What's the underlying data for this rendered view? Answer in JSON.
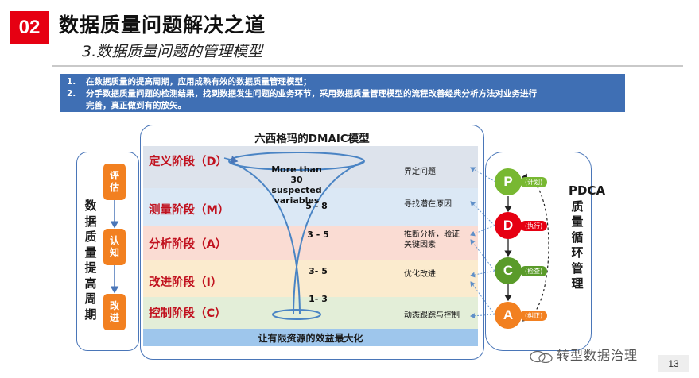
{
  "header": {
    "badge": "02",
    "title": "数据质量问题解决之道",
    "subtitle": "3.数据质量问题的管理模型"
  },
  "intro": [
    {
      "num": "1.",
      "text": "在数据质量的提高周期，应用成熟有效的数据质量管理模型；"
    },
    {
      "num": "2.",
      "text": "分手数据质量问题的检测结果，找到数据发生问题的业务环节，采用数据质量管理模型的流程改善经典分析方法对业务进行"
    },
    {
      "num": "",
      "text": "完善，真正做到有的放矢。"
    }
  ],
  "cycle": {
    "label": "数据质量提高周期",
    "steps": [
      {
        "line1": "评",
        "line2": "估"
      },
      {
        "line1": "认",
        "line2": "知"
      },
      {
        "line1": "改",
        "line2": "进"
      }
    ]
  },
  "dmaic": {
    "title": "六西格玛的DMAIC模型",
    "funnel_top_text": [
      "More than 30",
      "suspected",
      "variables"
    ],
    "phases": [
      {
        "name": "定义阶段（D）",
        "count": "",
        "task": "界定问题",
        "band_color": "#dde3ec"
      },
      {
        "name": "测量阶段（M）",
        "count": "5 - 8",
        "task": "寻找潜在原因",
        "band_color": "#dbe8f5"
      },
      {
        "name": "分析阶段（A）",
        "count": "3 - 5",
        "task": "推断分析，验证关键因素",
        "task_lines": [
          "推断分析，验证",
          "关键因素"
        ],
        "band_color": "#fadcd3"
      },
      {
        "name": "改进阶段（I）",
        "count": "3- 5",
        "task": "优化改进",
        "band_color": "#fbebce"
      },
      {
        "name": "控制阶段（C）",
        "count": "1- 3",
        "task": "动态跟踪与控制",
        "band_color": "#e3eed8"
      }
    ],
    "bottom_bar": "让有限资源的效益最大化"
  },
  "pdca": {
    "label": "PDCA质量循环管理",
    "steps": [
      {
        "letter": "P",
        "tag": "(计划)",
        "color": "#78b832"
      },
      {
        "letter": "D",
        "tag": "(执行)",
        "color": "#e60012"
      },
      {
        "letter": "C",
        "tag": "(检查)",
        "color": "#5a9b2a"
      },
      {
        "letter": "A",
        "tag": "(纠正)",
        "color": "#f28020"
      }
    ]
  },
  "watermark": "转型数据治理",
  "page_number": "13"
}
